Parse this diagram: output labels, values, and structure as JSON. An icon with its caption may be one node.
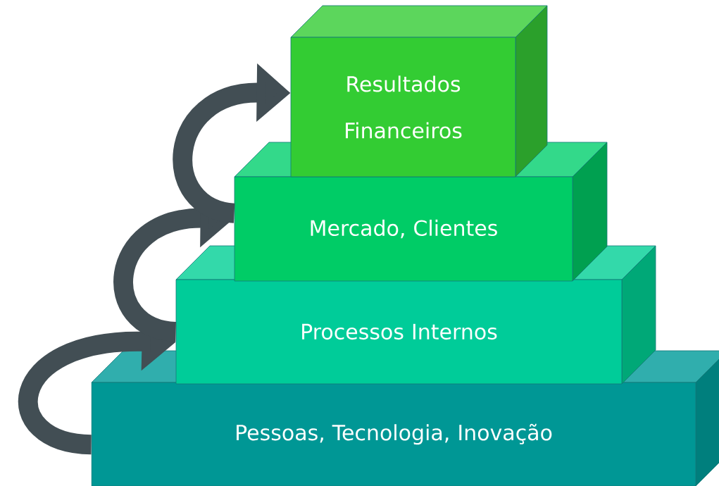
{
  "diagram": {
    "nodes": [
      {
        "text": [
          "Resultados Financeiros"
        ]
      },
      {
        "text": [
          "Mercado, Clientes"
        ]
      },
      {
        "text": [
          "Processos Internos"
        ]
      },
      {
        "text": [
          "Pessoas, Tecnologia, Inovação"
        ]
      }
    ],
    "edges": [
      {
        "from": 3,
        "to": 2,
        "arrow": "to"
      },
      {
        "from": 2,
        "to": 1,
        "arrow": "to"
      },
      {
        "from": 1,
        "to": 0,
        "arrow": "to"
      }
    ]
  }
}
